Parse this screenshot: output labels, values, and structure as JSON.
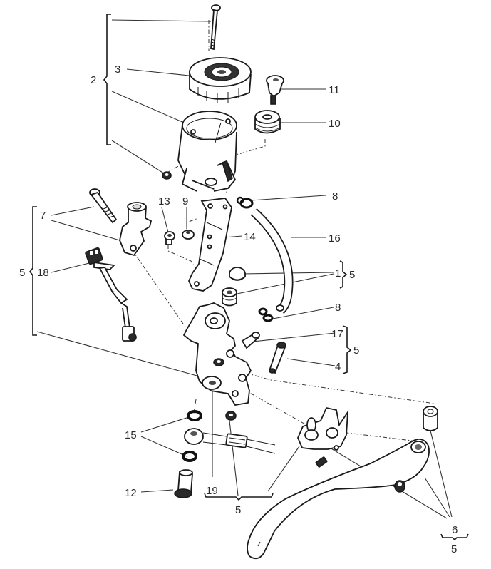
{
  "diagram": {
    "title": "Clutch master cylinder exploded view",
    "callouts": [
      {
        "id": "c1",
        "label": "1"
      },
      {
        "id": "c2",
        "label": "2"
      },
      {
        "id": "c3",
        "label": "3"
      },
      {
        "id": "c4",
        "label": "4"
      },
      {
        "id": "c5a",
        "label": "5"
      },
      {
        "id": "c5b",
        "label": "5"
      },
      {
        "id": "c5c",
        "label": "5"
      },
      {
        "id": "c5d",
        "label": "5"
      },
      {
        "id": "c5e",
        "label": "5"
      },
      {
        "id": "c6",
        "label": "6"
      },
      {
        "id": "c7",
        "label": "7"
      },
      {
        "id": "c8a",
        "label": "8"
      },
      {
        "id": "c8b",
        "label": "8"
      },
      {
        "id": "c9",
        "label": "9"
      },
      {
        "id": "c10",
        "label": "10"
      },
      {
        "id": "c11",
        "label": "11"
      },
      {
        "id": "c12",
        "label": "12"
      },
      {
        "id": "c13",
        "label": "13"
      },
      {
        "id": "c14",
        "label": "14"
      },
      {
        "id": "c15",
        "label": "15"
      },
      {
        "id": "c16",
        "label": "16"
      },
      {
        "id": "c17",
        "label": "17"
      },
      {
        "id": "c18",
        "label": "18"
      },
      {
        "id": "c19",
        "label": "19"
      }
    ],
    "colors": {
      "ink": "#1a1a1a",
      "background": "#ffffff"
    }
  }
}
